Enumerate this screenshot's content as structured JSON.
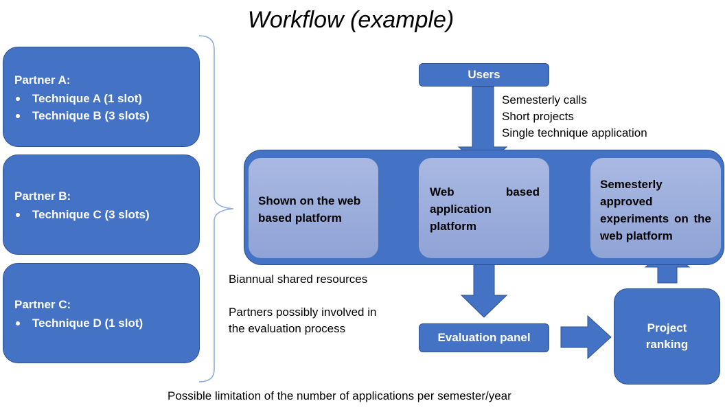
{
  "title": "Workflow (example)",
  "partners": [
    {
      "name": "Partner A:",
      "techniques": [
        "Technique A (1 slot)",
        "Technique B (3 slots)"
      ]
    },
    {
      "name": "Partner B:",
      "techniques": [
        "Technique C (3 slots)"
      ]
    },
    {
      "name": "Partner C:",
      "techniques": [
        "Technique D (1 slot)"
      ]
    }
  ],
  "users_label": "Users",
  "calls_notes": [
    "Semesterly calls",
    "Short projects",
    "Single technique application"
  ],
  "platform_boxes": {
    "shown": "Shown on the web based platform",
    "application": "Web based application platform",
    "approved": "Semesterly approved experiments on the web platform"
  },
  "side_notes": {
    "resources": "Biannual shared resources",
    "evaluation_line1": "Partners possibly involved in",
    "evaluation_line2": "the evaluation process"
  },
  "evaluation_panel": "Evaluation panel",
  "project_ranking_line1": "Project",
  "project_ranking_line2": "ranking",
  "footer": "Possible limitation of the number of applications per semester/year",
  "colors": {
    "box_fill": "#4472c4",
    "box_border": "#2f528f",
    "inner_fill": "#9fb1de"
  }
}
